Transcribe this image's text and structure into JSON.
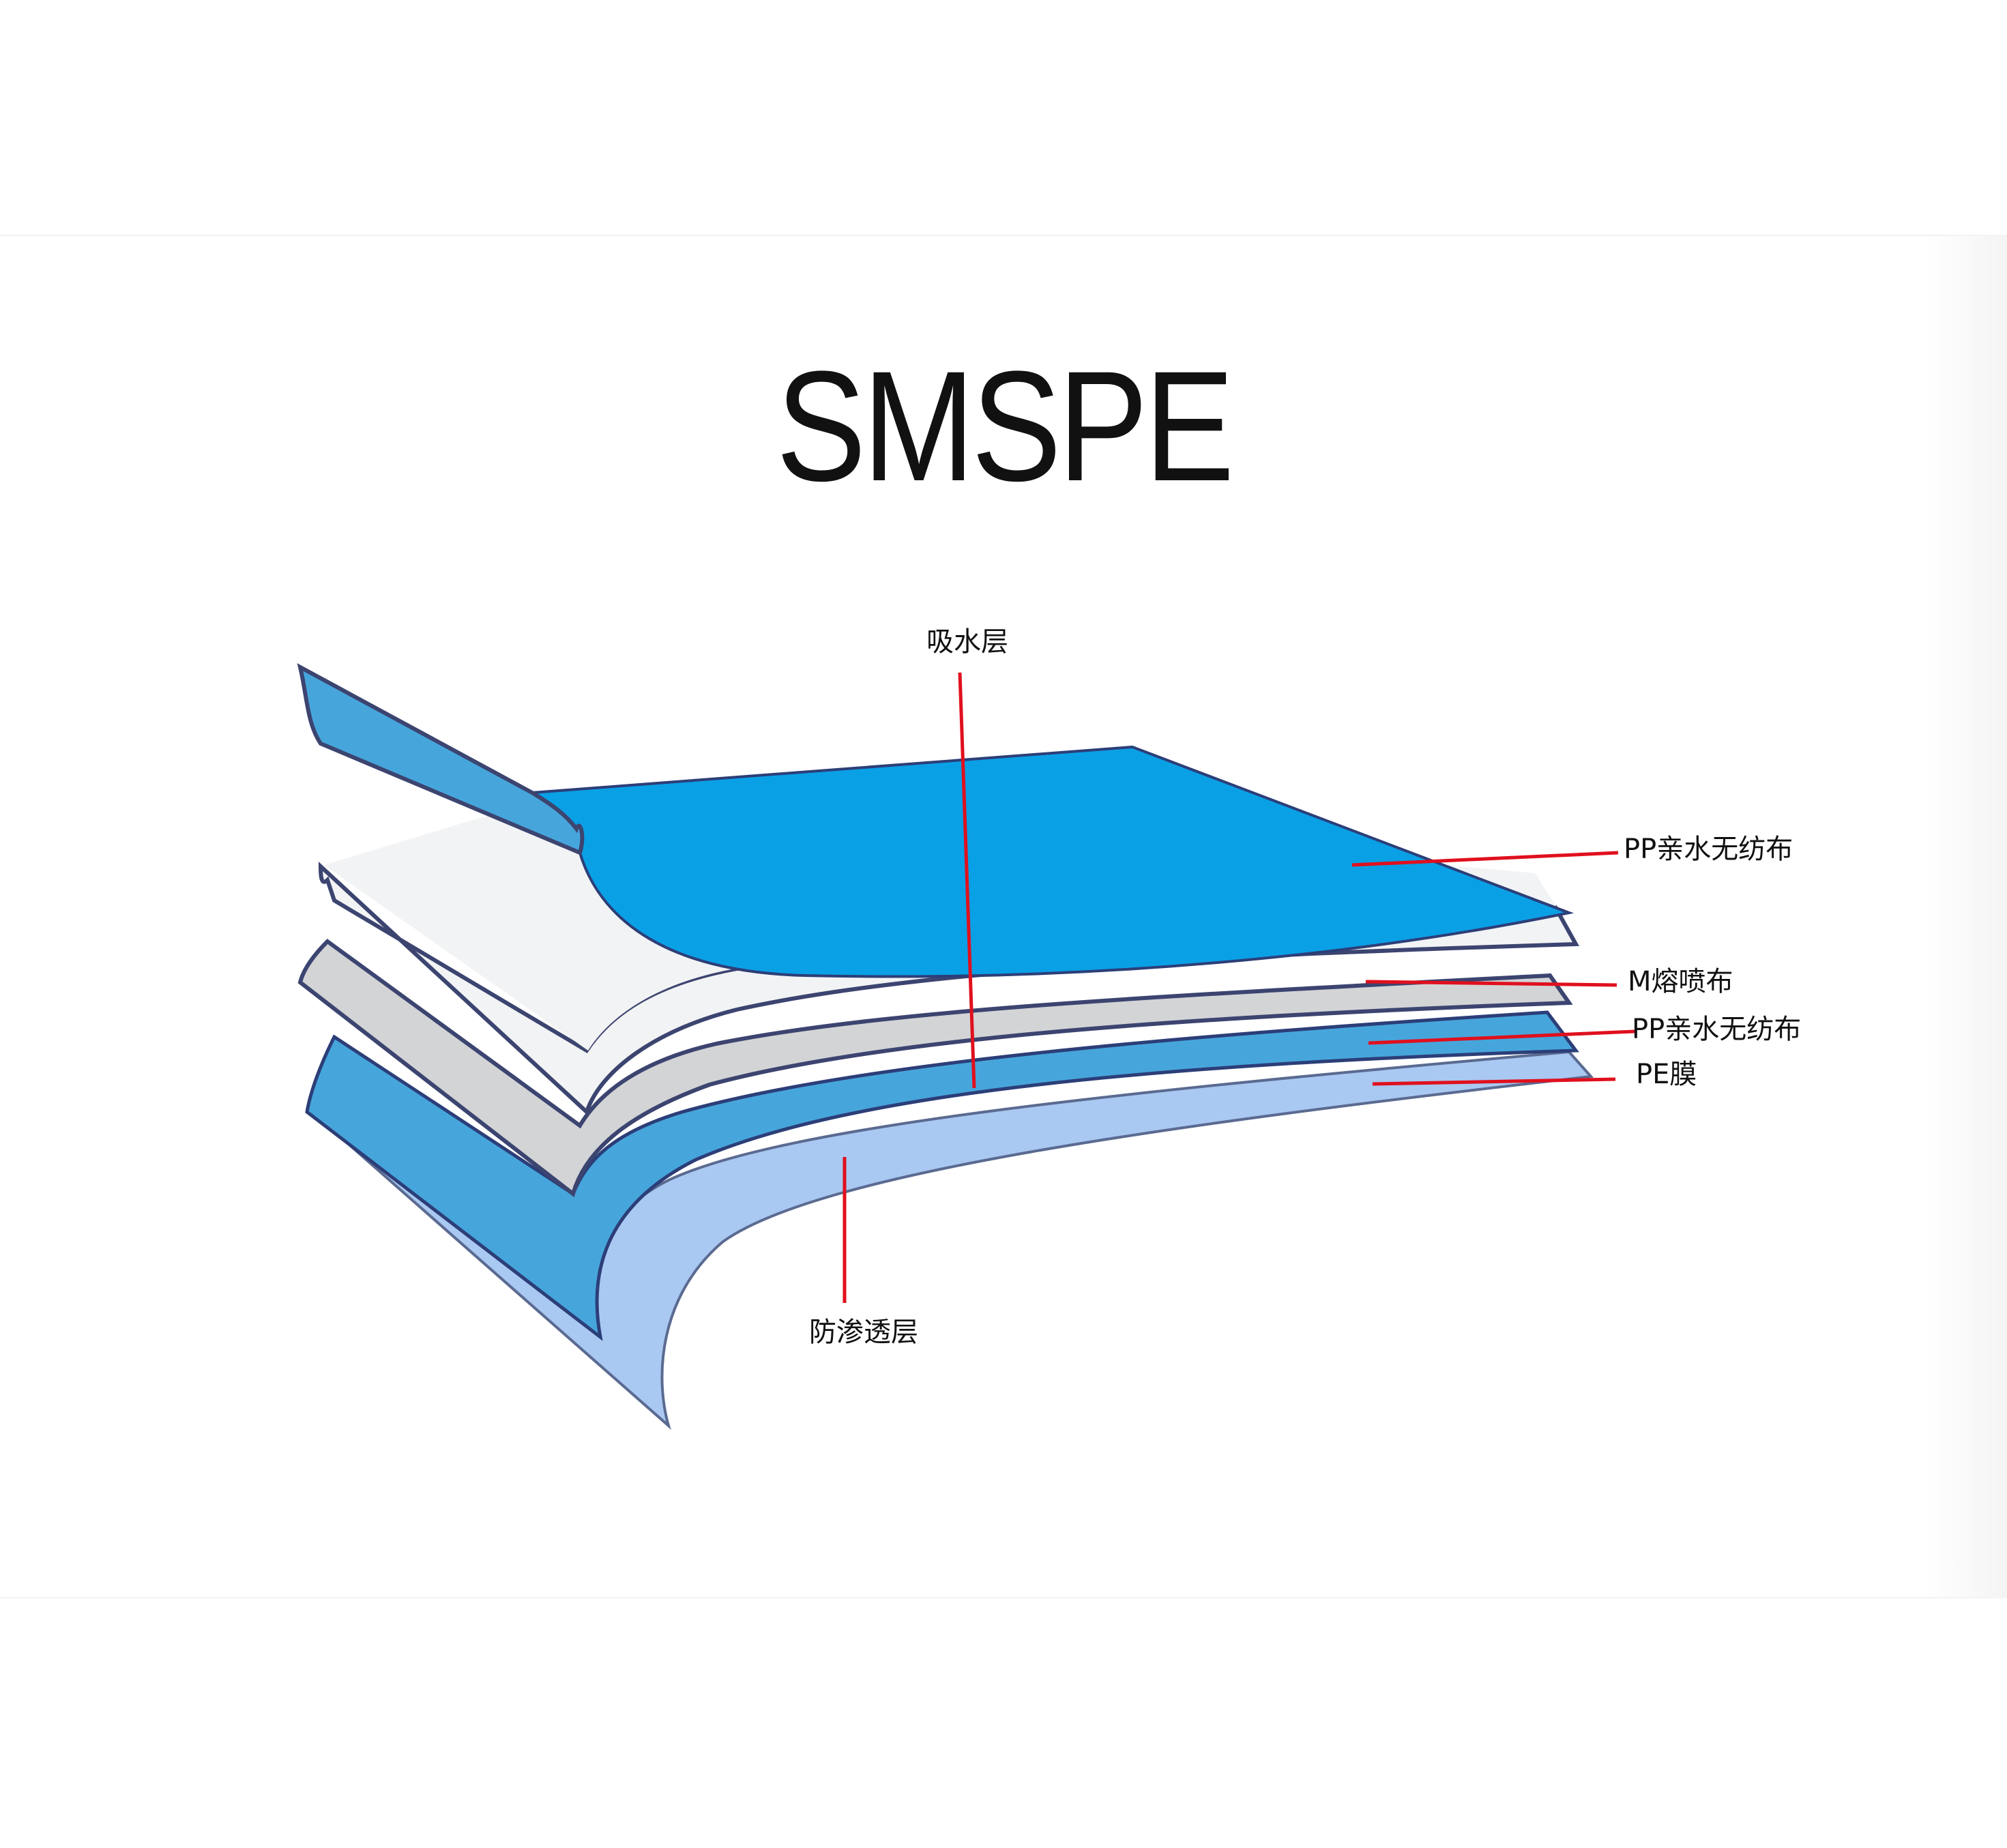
{
  "title": "SMSPE",
  "labels": {
    "absorb": "吸水层",
    "pp_top": "PP亲水无纺布",
    "melt": "M熔喷布",
    "pp_bottom": "PP亲水无纺布",
    "pe": "PE膜",
    "barrier": "防渗透层"
  },
  "colors": {
    "top_layer": "#0aa0e6",
    "white_layer": "#f2f3f4",
    "gray_layer": "#d3d4d6",
    "blue_layer": "#46a6dc",
    "pe_layer": "#a9c8f2",
    "edge": "#3c4470",
    "leader": "#e0101e"
  }
}
